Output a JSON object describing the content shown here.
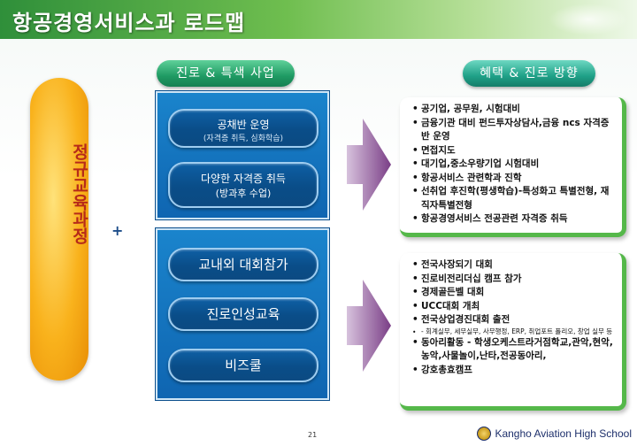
{
  "page": {
    "title": "항공경영서비스과 로드맵",
    "page_number": "21",
    "school_name": "Kangho Aviation High School"
  },
  "left": {
    "oval_label": "정규교육과정",
    "plus": "+"
  },
  "headers": {
    "left": "진로 & 특색 사업",
    "right": "혜택 & 진로 방향"
  },
  "programs_top": [
    {
      "main": "공채반 운영",
      "sub": "(자격증 취득, 심화학습)"
    },
    {
      "main": "다양한 자격증 취득",
      "sub": "(방과후 수업)"
    }
  ],
  "programs_bottom": [
    {
      "label": "교내외 대회참가"
    },
    {
      "label": "진로인성교육"
    },
    {
      "label": "비즈쿨"
    }
  ],
  "benefits_top": [
    "공기업, 공무원, 시험대비",
    "금융기관 대비 펀드투자상담사,금융 ncs 자격증 반 운영",
    "면접지도",
    "대기업,중소우량기업 시험대비",
    "항공서비스 관련학과 진학",
    "선취업 후진학(평생학습)-특성화고 특별전형, 재직자특별전형",
    "항공경영서비스 전공관련 자격증 취득"
  ],
  "benefits_bottom": [
    {
      "text": "전국사장되기 대회",
      "small": false
    },
    {
      "text": "진로비전리더십 캠프 참가",
      "small": false
    },
    {
      "text": "경제골든벨 대회",
      "small": false
    },
    {
      "text": "UCC대회 개최",
      "small": false
    },
    {
      "text": "전국상업경진대회 출전",
      "small": false
    },
    {
      "text": "- 회계실무, 세무실무, 사무행정, ERP, 취업포트 폴리오, 창업 실무 등",
      "small": true
    },
    {
      "text": "동아리활동 - 학생오케스트라거점학교,관악,현악,농악,사물놀이,난타,전공동아리,",
      "small": false
    },
    {
      "text": "강호총효캠프",
      "small": false
    }
  ],
  "colors": {
    "title_bar": "#2f8f3a",
    "panel_blue": "#1a84cc",
    "header_green": "#1f9a63",
    "oval_orange": "#f9b21c",
    "oval_text": "#b62a1a",
    "infobox_border": "#55b84a",
    "arrow_purple": "#7a3e86"
  },
  "icons": {
    "arrow": "chevron-right-icon",
    "logo": "school-emblem-icon"
  }
}
